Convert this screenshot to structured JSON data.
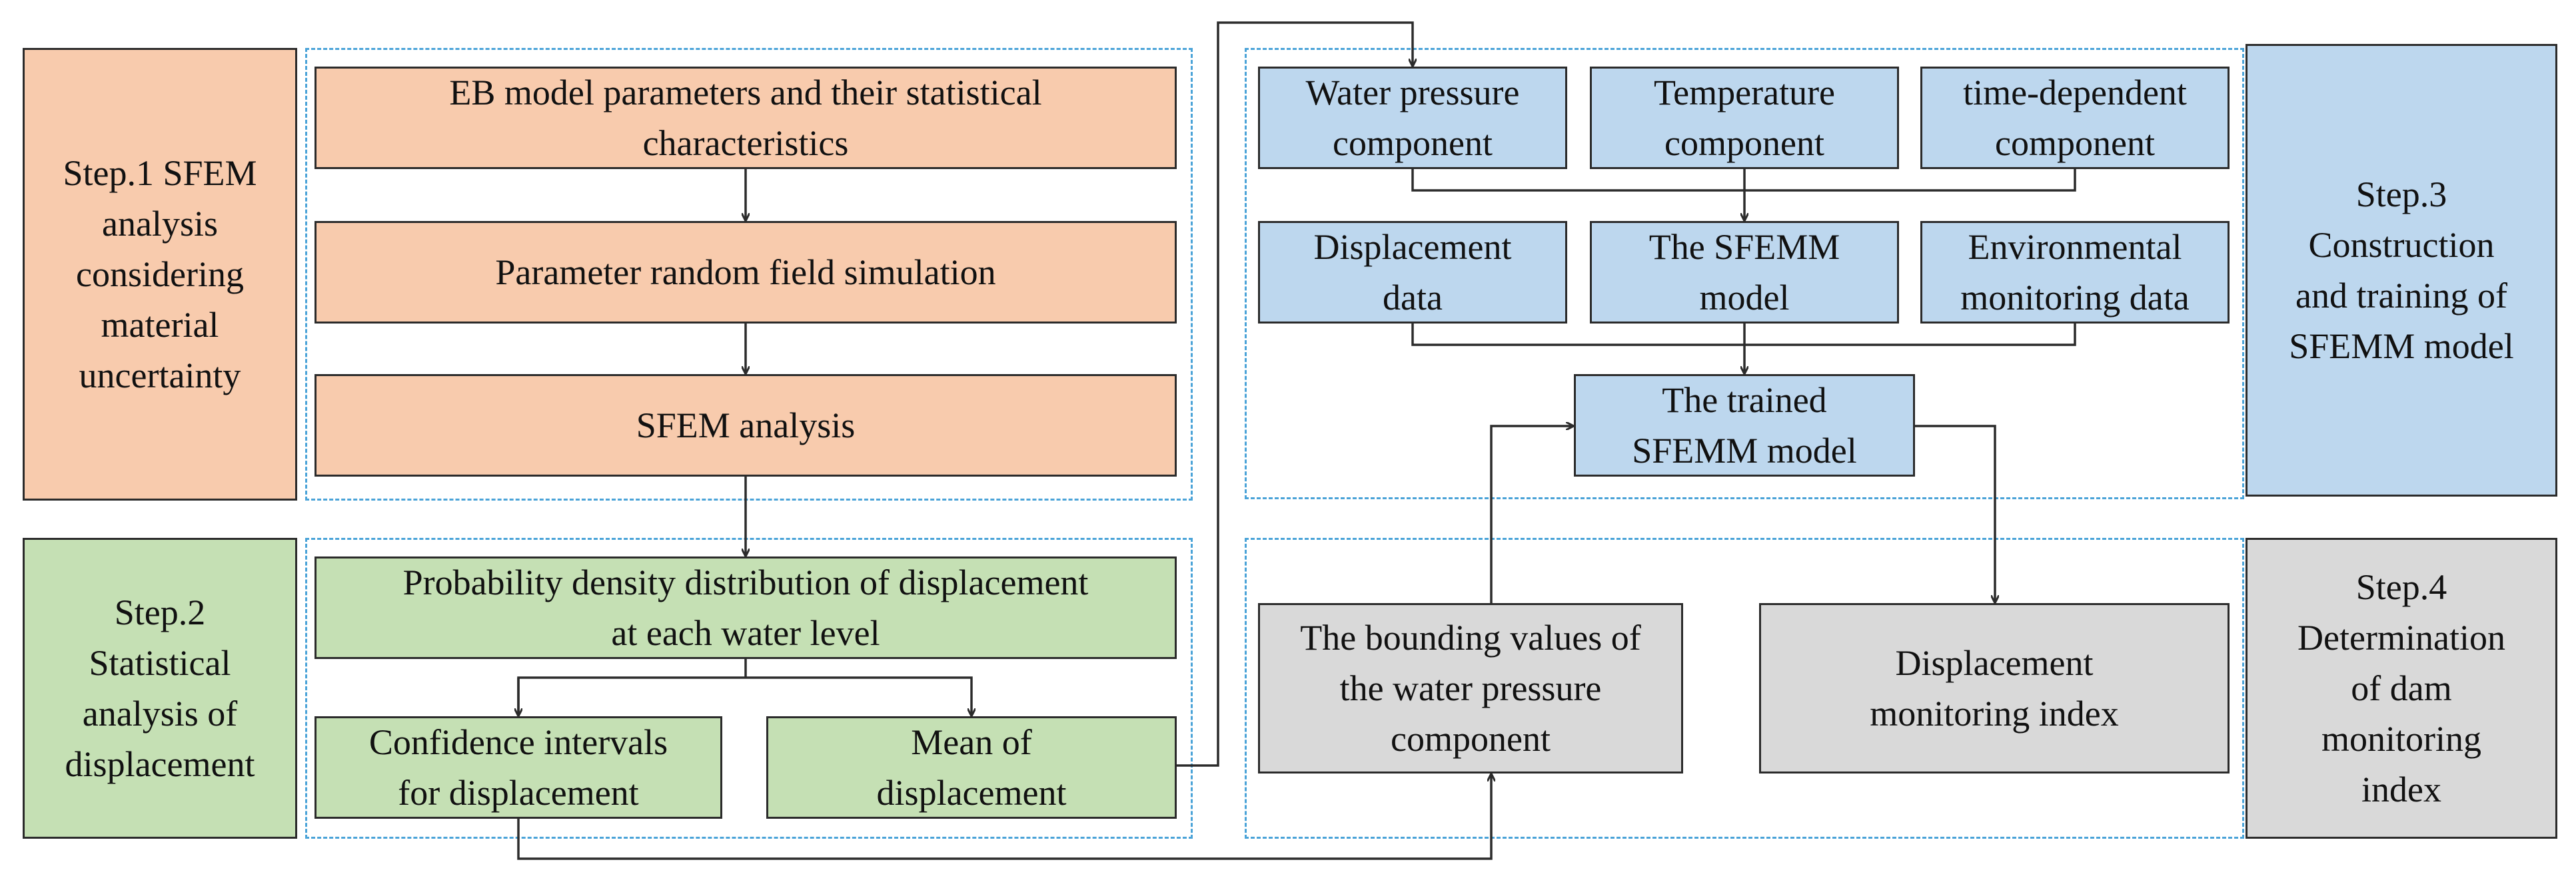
{
  "colors": {
    "step1": "#f8cbad",
    "step2": "#c5e0b4",
    "step3": "#bdd7ee",
    "step4": "#d9d9d9",
    "dashed_border": "#4aa3d8",
    "line": "#2b2b2b"
  },
  "step1": {
    "label": "Step.1 SFEM\nanalysis\nconsidering\nmaterial\nuncertainty",
    "eb_params": "EB model parameters and their statistical\ncharacteristics",
    "random_field": "Parameter random field simulation",
    "sfem_analysis": "SFEM analysis"
  },
  "step2": {
    "label": "Step.2\nStatistical\nanalysis of\ndisplacement",
    "pdd": "Probability density distribution of displacement\nat each water level",
    "confidence": "Confidence intervals\nfor displacement",
    "mean": "Mean of\ndisplacement"
  },
  "step3": {
    "label": "Step.3\nConstruction\nand training of\nSFEMM model",
    "water_pressure": "Water pressure\ncomponent",
    "temperature": "Temperature\ncomponent",
    "time_dependent": "time-dependent\ncomponent",
    "displacement_data": "Displacement\ndata",
    "sfemm_model": "The SFEMM\nmodel",
    "env_data": "Environmental\nmonitoring data",
    "trained_model": "The trained\nSFEMM model"
  },
  "step4": {
    "label": "Step.4\nDetermination\nof dam\nmonitoring\nindex",
    "bounding_values": "The bounding values of\nthe water pressure\ncomponent",
    "monitoring_index": "Displacement\nmonitoring index"
  }
}
